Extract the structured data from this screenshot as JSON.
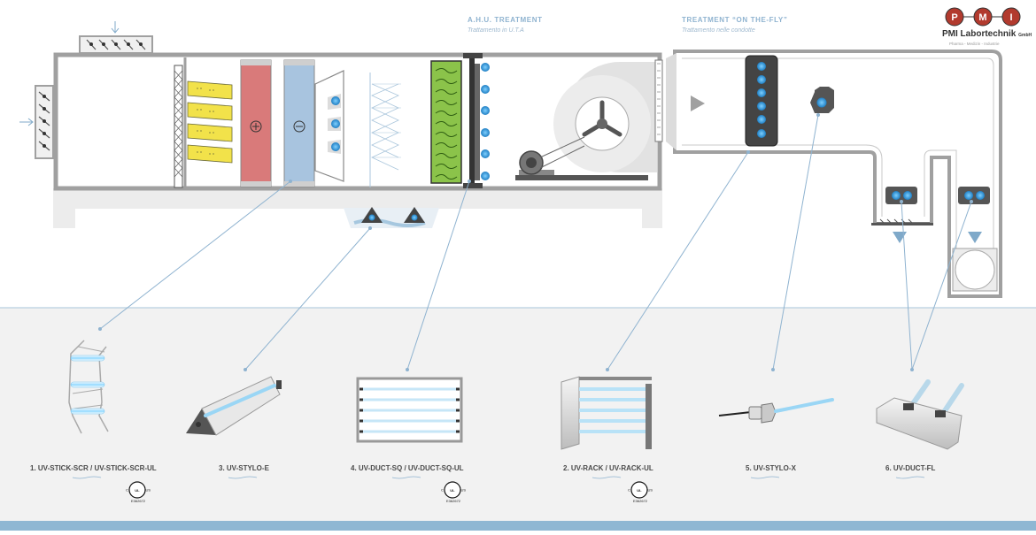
{
  "brand": {
    "letters": [
      "P",
      "M",
      "I"
    ],
    "name": "PMI Labortechnik",
    "suffix": "GmbH",
    "tagline": "Pharma - Medizin - Industrie",
    "color": "#b23a2e"
  },
  "sections": {
    "ahu": {
      "title": "A.H.U. TREATMENT",
      "subtitle": "Trattamento in U.T.A"
    },
    "fly": {
      "title": "TREATMENT “ON THE-FLY”",
      "subtitle": "Trattamento nelle condotte"
    }
  },
  "products": [
    {
      "label": "1. UV-STICK-SCR / UV-STICK-SCR-UL",
      "ul": true,
      "ul_code": "E362672"
    },
    {
      "label": "3. UV-STYLO-E",
      "ul": false
    },
    {
      "label": "4. UV-DUCT-SQ / UV-DUCT-SQ-UL",
      "ul": true,
      "ul_code": "E362672"
    },
    {
      "label": "2. UV-RACK / UV-RACK-UL",
      "ul": true,
      "ul_code": "E362672"
    },
    {
      "label": "5. UV-STYLO-X",
      "ul": false
    },
    {
      "label": "6. UV-DUCT-FL",
      "ul": false
    }
  ],
  "ul_mark": {
    "left": "C",
    "right": "US",
    "center": "UL"
  },
  "colors": {
    "accent_blue": "#2b8fd6",
    "leader": "#8fb3d0",
    "duct_gray": "#a0a0a0",
    "heating_coil": "#d97a7a",
    "cooling_coil": "#a8c4df",
    "filter": "#f2e24a",
    "green_media": "#8bc34a",
    "panel_bg": "#f2f2f2",
    "bottom_bar": "#8fb7d3"
  }
}
